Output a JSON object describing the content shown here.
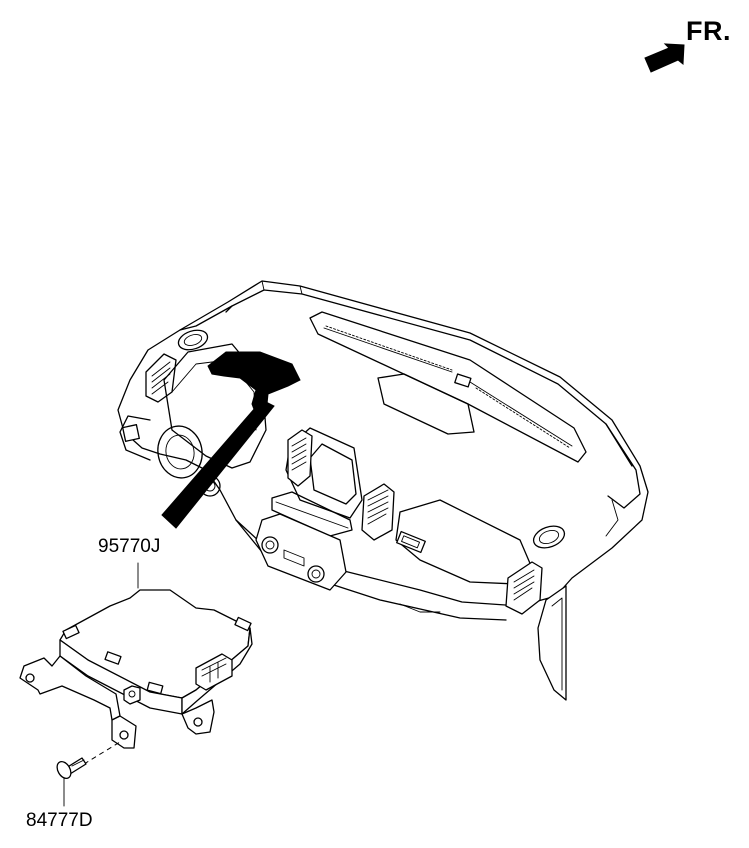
{
  "direction_indicator": {
    "label": "FR.",
    "icon": "front-direction-arrow-icon"
  },
  "parts": [
    {
      "number": "95770J"
    },
    {
      "number": "84777D"
    }
  ],
  "colors": {
    "line": "#000000",
    "background": "#ffffff"
  }
}
